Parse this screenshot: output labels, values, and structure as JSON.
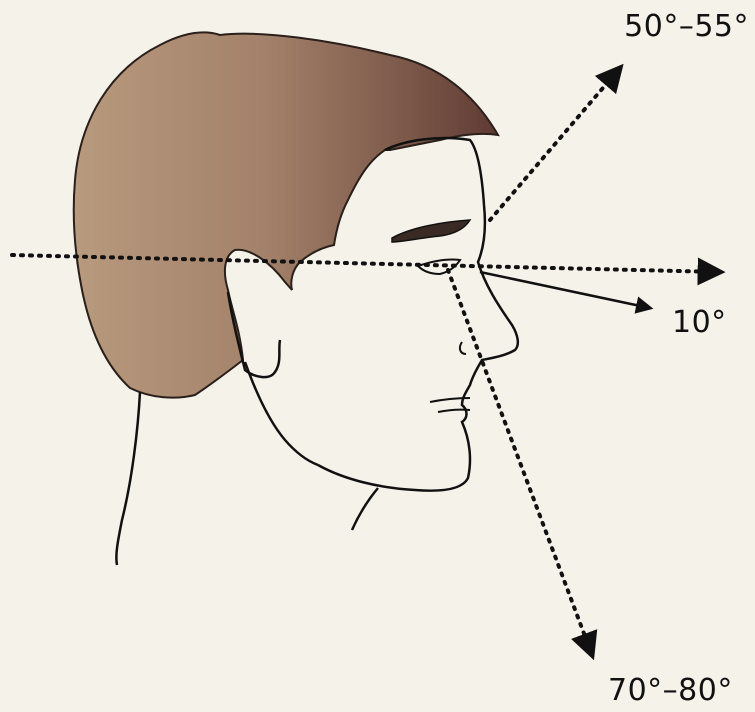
{
  "labels": {
    "upward_rotation": "50°–55°",
    "slight_downward": "10°",
    "downward_rotation": "70°–80°"
  },
  "colors": {
    "background": "#f5f2ea",
    "hair": "#9b7a62",
    "line": "#111111"
  }
}
